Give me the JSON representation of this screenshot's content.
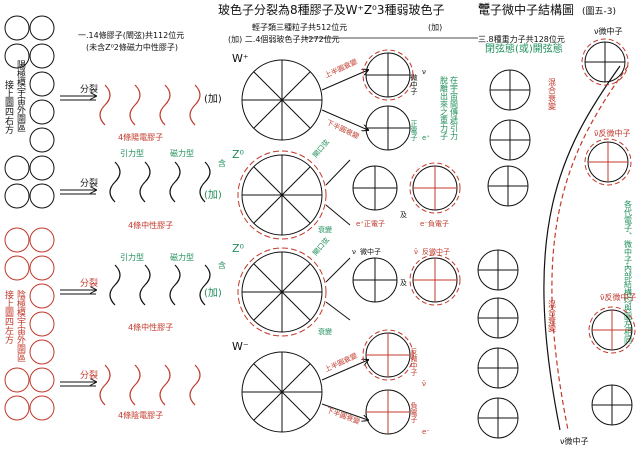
{
  "title": "玻色子分裂為8種膠子及W⁺Z⁰3種弱玻色子",
  "title_tag": "電子微中子結構圖",
  "title_suffix": "(圖五-3)",
  "title_small": "表義",
  "notes": {
    "gluons_total": "一.14條膠子(閘弦)共112位元",
    "gluons_sub": "(未含Z⁰2條磁力中性膠子)",
    "light_bosons": "輕子類三種粒子共512位元",
    "weak_bosons": "(加) 二.4個弱玻色子共272位元",
    "eight_gluons": "三.8種重力子共128位元",
    "right_plus": "(加)"
  },
  "left_labels": {
    "upper": "陽極模宇宙外圍區",
    "upper_bottom": "接上圖四右方",
    "lower": "陰極模宇宙外圍區",
    "lower_bottom": "接上圖四左方"
  },
  "split": "分裂",
  "rows": [
    {
      "caption": "4條陽電膠子",
      "boson": "W⁺",
      "plus": "(加)"
    },
    {
      "caption": "4條中性膠子",
      "boson": "Z⁰",
      "plus": "(加)",
      "type_a": "引力型",
      "type_b": "磁力型",
      "mix": "含"
    },
    {
      "caption": "4條中性膠子",
      "boson": "Z⁰",
      "plus": "(加)",
      "type_a": "引力型",
      "type_b": "磁力型",
      "mix": "含"
    },
    {
      "caption": "4條陰電膠子",
      "boson": "W⁻"
    }
  ],
  "decay": {
    "upper_half": "上半圓衰變",
    "lower_half": "下半圓衰變",
    "decay": "衰變",
    "gate_string": "閘口弦",
    "nu": "ν",
    "neutrino": "微中子",
    "e_plus": "e⁺",
    "positron": "正電子",
    "e_plus_positron": "e⁺正電子",
    "e_minus_electron": "e⁻負電子",
    "anti_neutrino": "反微中子",
    "nu_bar": "ν̄",
    "electron": "負電子",
    "e_minus": "e⁻",
    "and": "及"
  },
  "right": {
    "closed_open": "閉弦態(或)開弦態",
    "nu_neutrino": "ν微中子",
    "nu_bar_anti": "ν̄反微中子",
    "mixed_decay": "混合衰變",
    "cosmic_energy": "在宇宙間傳遞引力",
    "gluon_out": "脫離出來之重力子",
    "each_structure": "各代電子、微中子內部結構均與圖左相同",
    "nu_bottom": "ν微中子",
    "nu_bar_right": "ν̄反微中子"
  },
  "colors": {
    "black": "#111111",
    "red": "#c0392b",
    "green": "#1f8f5a"
  }
}
